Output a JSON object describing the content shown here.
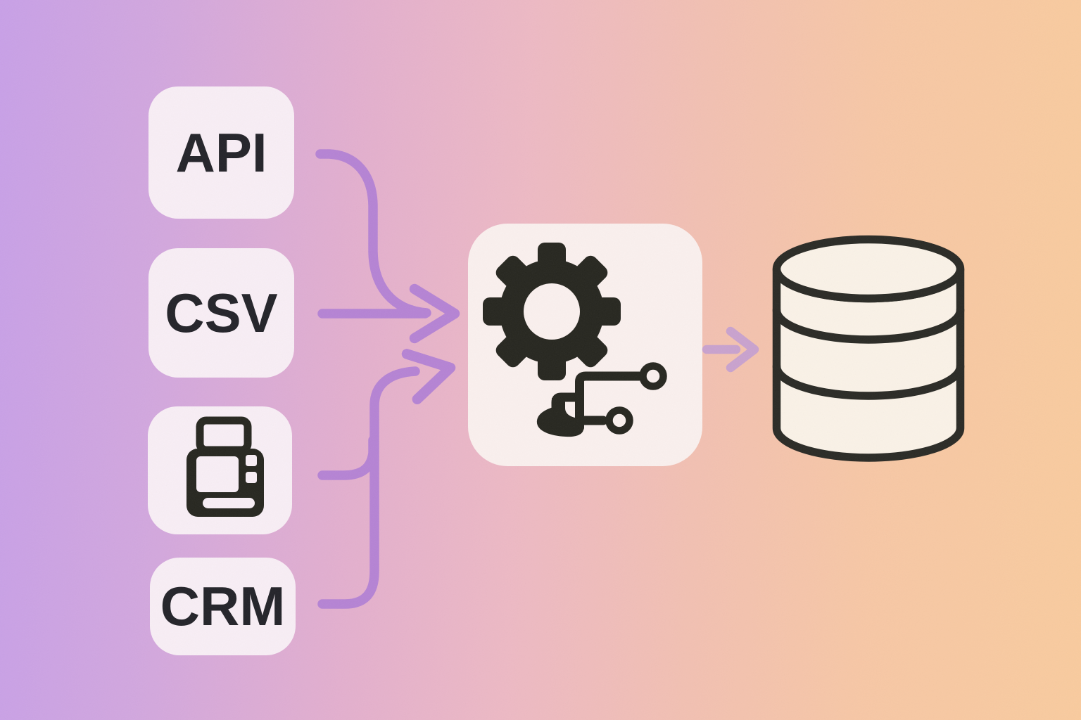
{
  "diagram": {
    "description": "data pipeline illustration: four sources feed a processing engine that writes to a database",
    "nodes": {
      "api": {
        "label": "API"
      },
      "csv": {
        "label": "CSV"
      },
      "device": {
        "icon": "receipt-printer-icon"
      },
      "crm": {
        "label": "CRM"
      },
      "processor": {
        "icons": [
          "gear-icon",
          "flow-branch-icon"
        ]
      },
      "database": {
        "icon": "database-icon"
      }
    },
    "edges": [
      {
        "from": "api",
        "to": "processor"
      },
      {
        "from": "csv",
        "to": "processor"
      },
      {
        "from": "device",
        "to": "processor"
      },
      {
        "from": "crm",
        "to": "processor"
      },
      {
        "from": "processor",
        "to": "database"
      }
    ],
    "colors": {
      "gradient_left": "#c8a0e7",
      "gradient_mid": "#edb9c4",
      "gradient_right": "#f9cb9e",
      "node_fill": "#f8eef5",
      "processor_fill": "#faf0ee",
      "icon_ink": "#26261f",
      "arrow_purple": "#b583d4",
      "arrow_output": "#c9a2ce",
      "database_fill": "#faf2e7"
    }
  }
}
